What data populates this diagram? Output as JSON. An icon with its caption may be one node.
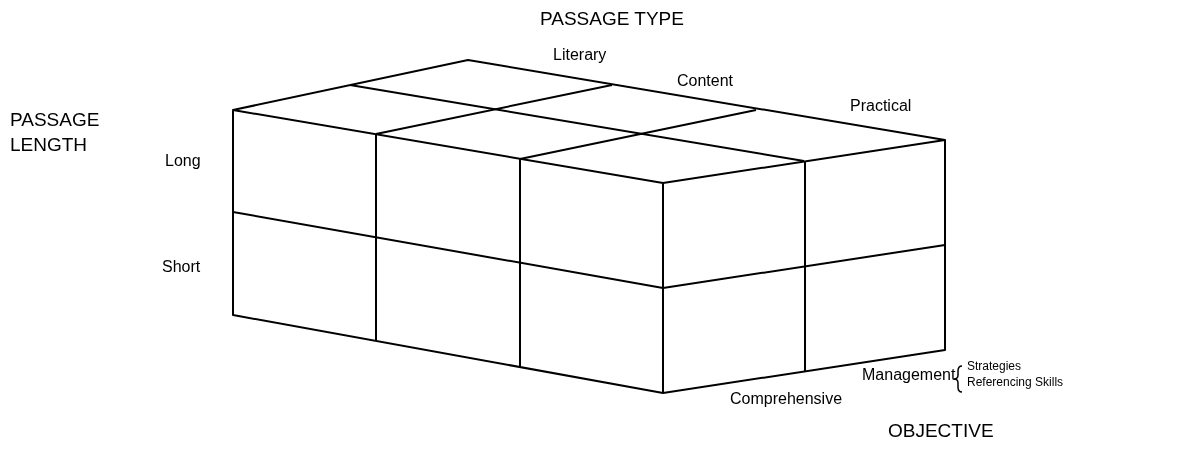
{
  "diagram": {
    "labels": [
      "PASSAGE TYPE",
      "Literary",
      "Content",
      "PASSAGE LENGTH",
      "Practical",
      "Long",
      "Short",
      "Management",
      "Strategies",
      "Referencing Skills",
      "Comprehensive",
      "OBJECTIVE"
    ]
  }
}
